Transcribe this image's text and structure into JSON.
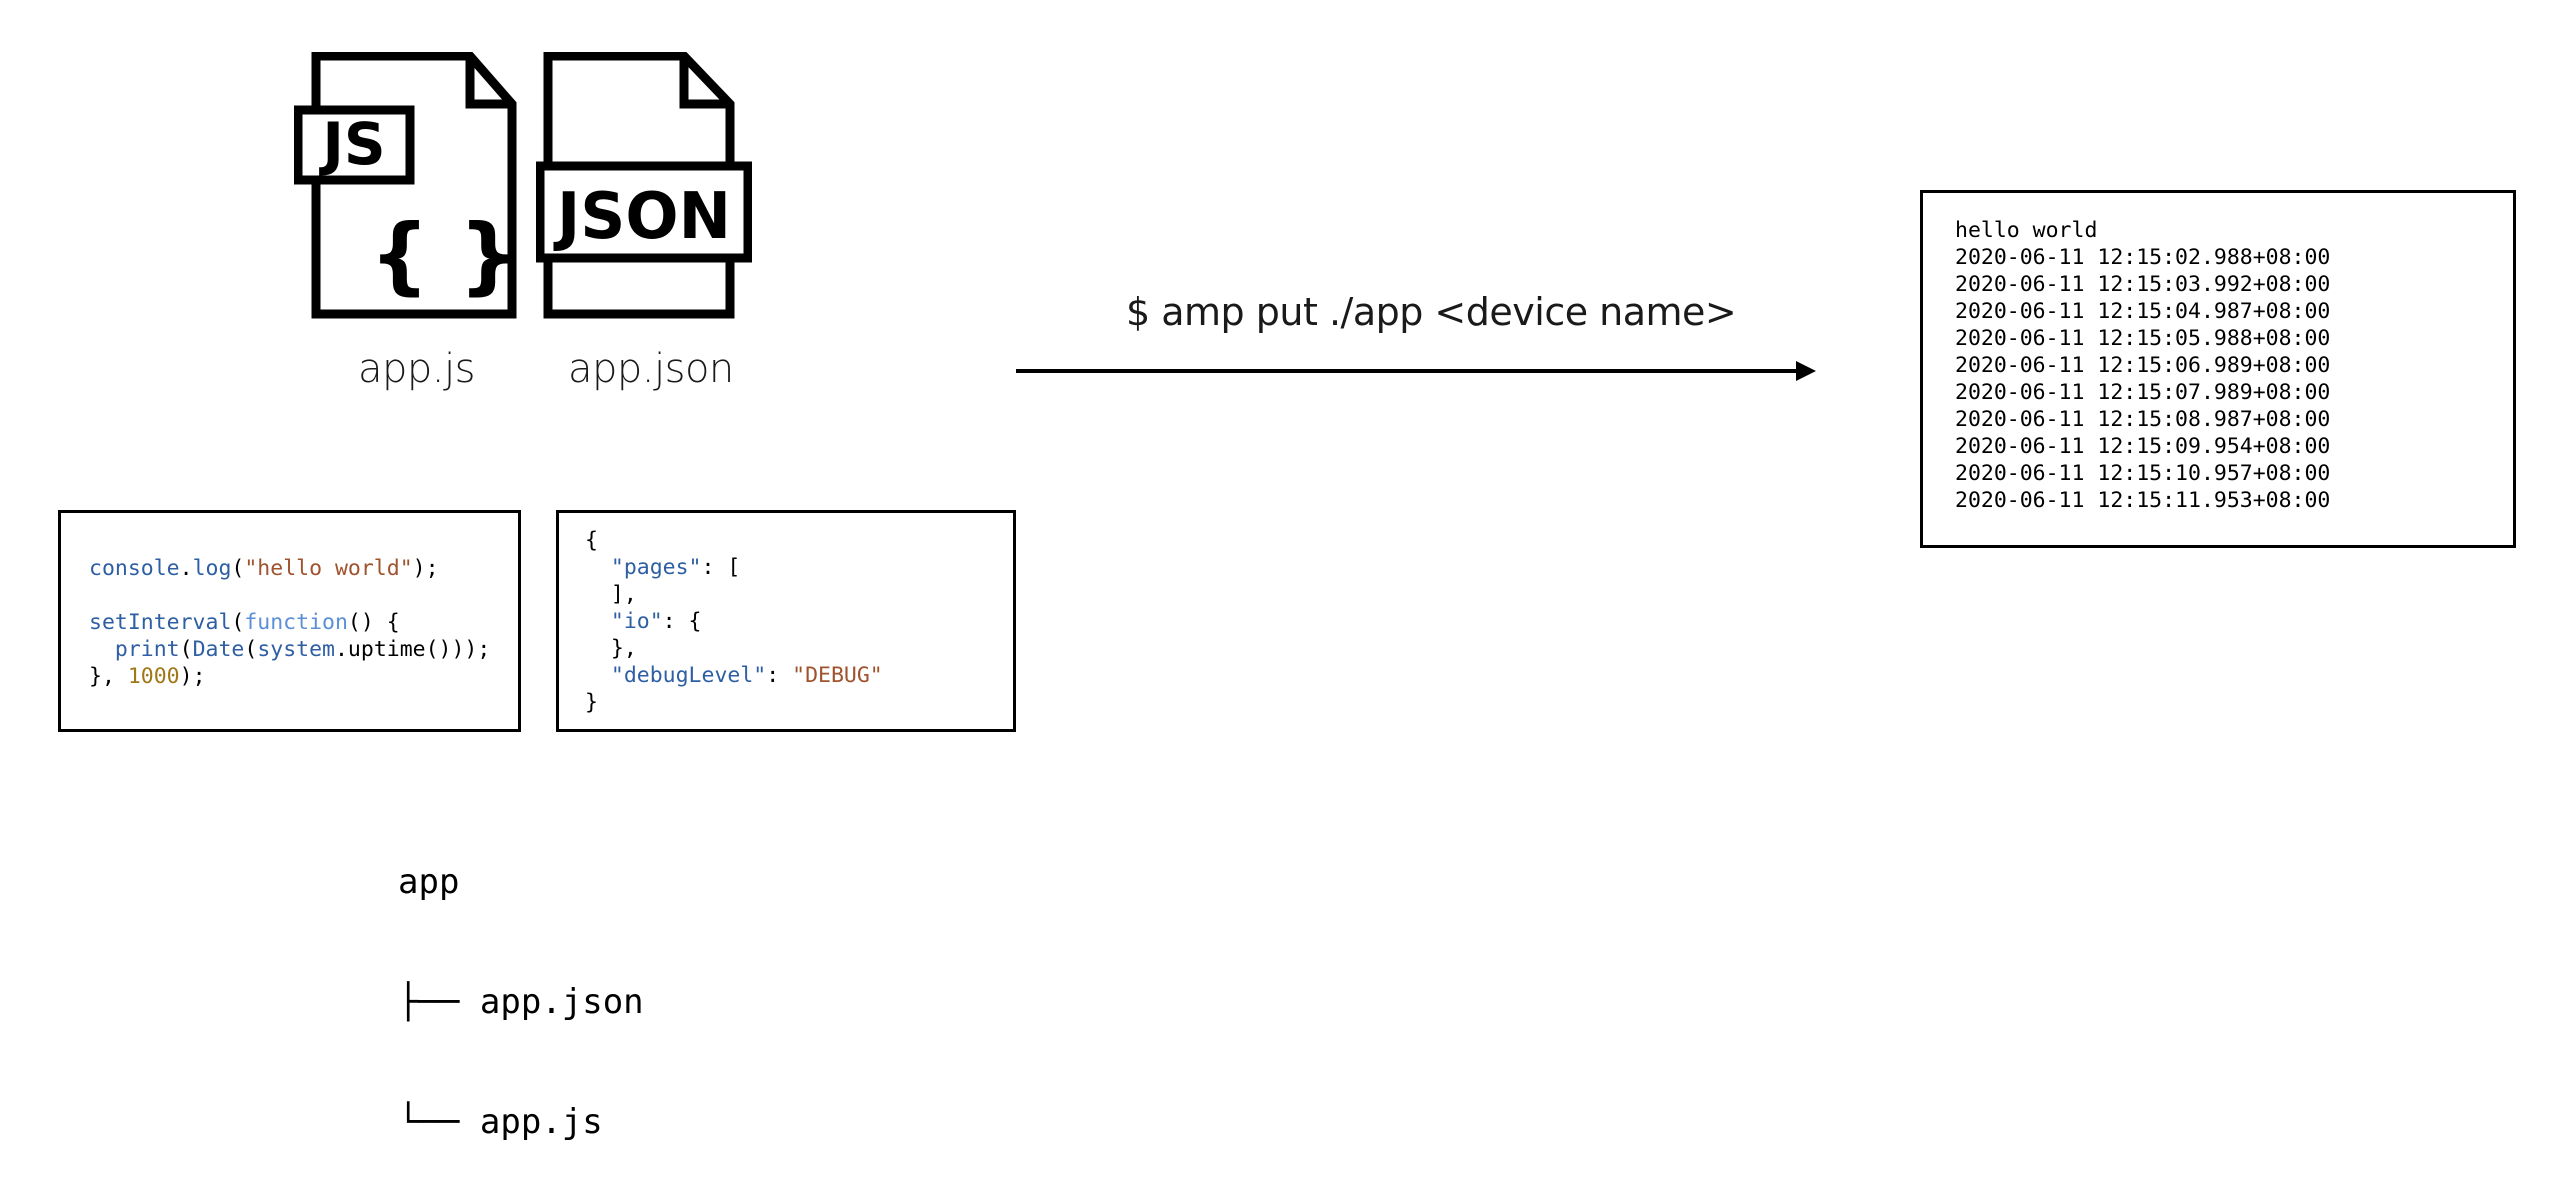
{
  "files": {
    "js_icon_label": "JS",
    "js_icon_glyph": "{ }",
    "json_icon_label": "JSON",
    "js_caption": "app.js",
    "json_caption": "app.json"
  },
  "command": "$ amp put ./app <device name>",
  "js_code": {
    "l1_obj": "console",
    "l1_dot": ".",
    "l1_fn": "log",
    "l1_open": "(",
    "l1_str": "\"hello world\"",
    "l1_close": ");",
    "l3_fn": "setInterval",
    "l3_open": "(",
    "l3_kw": "function",
    "l3_rest": "() {",
    "l4_indent": "  ",
    "l4_print": "print",
    "l4_open": "(",
    "l4_date": "Date",
    "l4_open2": "(",
    "l4_sys": "system",
    "l4_rest": ".uptime()));",
    "l5_start": "}, ",
    "l5_num": "1000",
    "l5_end": ");"
  },
  "json_code": {
    "open": "{",
    "pages_key": "\"pages\"",
    "pages_rest": ": [",
    "pages_close": "  ],",
    "io_key": "\"io\"",
    "io_rest": ": {",
    "io_close": "  },",
    "debug_key": "\"debugLevel\"",
    "debug_colon": ": ",
    "debug_val": "\"DEBUG\"",
    "close": "}"
  },
  "tree": {
    "root": "app",
    "line1": "├── app.json",
    "line2": "└── app.js"
  },
  "output": [
    "hello world",
    "2020-06-11 12:15:02.988+08:00",
    "2020-06-11 12:15:03.992+08:00",
    "2020-06-11 12:15:04.987+08:00",
    "2020-06-11 12:15:05.988+08:00",
    "2020-06-11 12:15:06.989+08:00",
    "2020-06-11 12:15:07.989+08:00",
    "2020-06-11 12:15:08.987+08:00",
    "2020-06-11 12:15:09.954+08:00",
    "2020-06-11 12:15:10.957+08:00",
    "2020-06-11 12:15:11.953+08:00"
  ],
  "colors": {
    "identifier": "#2e5fa3",
    "keyword": "#5b8fd6",
    "string": "#a0522d",
    "number": "#a07818"
  }
}
